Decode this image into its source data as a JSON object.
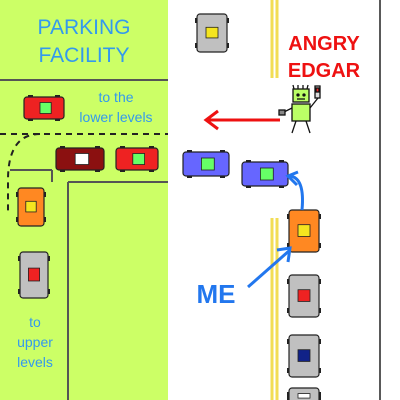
{
  "colors": {
    "lot_fill": "#ccff66",
    "lot_border": "#555555",
    "lane_line": "#f2dd55",
    "blue_text": "#3399ee",
    "red_text": "#ee1111",
    "arrow_red": "#ee1111",
    "arrow_blue": "#2277ee",
    "car_gray": "#c0c0c0",
    "car_red": "#ee2222",
    "car_maroon": "#8b1010",
    "car_orange": "#ff8822",
    "car_blue": "#6666ff",
    "stick_figure_green": "#bbff66"
  },
  "labels": {
    "facility_line1": "PARKING",
    "facility_line2": "FACILITY",
    "lower_line1": "to the",
    "lower_line2": "lower levels",
    "upper_line1": "to",
    "upper_line2": "upper",
    "upper_line3": "levels",
    "angry_line1": "ANGRY",
    "angry_line2": "EDGAR",
    "me": "ME"
  },
  "cars": [
    {
      "name": "parked-gray-car-top",
      "body": "#c0c0c0",
      "window": "#f5e51f",
      "orientation": "vertical"
    },
    {
      "name": "red-car-lower-levels-lane",
      "body": "#ee2222",
      "window": "#66ff66",
      "orientation": "horizontal"
    },
    {
      "name": "maroon-car-in-lot",
      "body": "#8b1010",
      "window": "#ffffff",
      "orientation": "horizontal"
    },
    {
      "name": "red-car-in-lot",
      "body": "#ee2222",
      "window": "#66ff66",
      "orientation": "horizontal"
    },
    {
      "name": "blue-car-street",
      "body": "#6666ff",
      "window": "#66ff66",
      "orientation": "horizontal"
    },
    {
      "name": "blue-car-angle",
      "body": "#6666ff",
      "window": "#66ff66",
      "orientation": "horizontal"
    },
    {
      "name": "orange-car-ramp",
      "body": "#ff8822",
      "window": "#f5e51f",
      "orientation": "vertical"
    },
    {
      "name": "gray-car-ramp",
      "body": "#c0c0c0",
      "window": "#ee2222",
      "orientation": "vertical"
    },
    {
      "name": "orange-car-me",
      "body": "#ff8822",
      "window": "#f5e51f",
      "orientation": "vertical"
    },
    {
      "name": "gray-car-queue-1",
      "body": "#c0c0c0",
      "window": "#ee2222",
      "orientation": "vertical"
    },
    {
      "name": "gray-car-queue-2",
      "body": "#c0c0c0",
      "window": "#112288",
      "orientation": "vertical"
    },
    {
      "name": "gray-car-queue-3",
      "body": "#c0c0c0",
      "window": "#ffffff",
      "orientation": "vertical"
    }
  ]
}
